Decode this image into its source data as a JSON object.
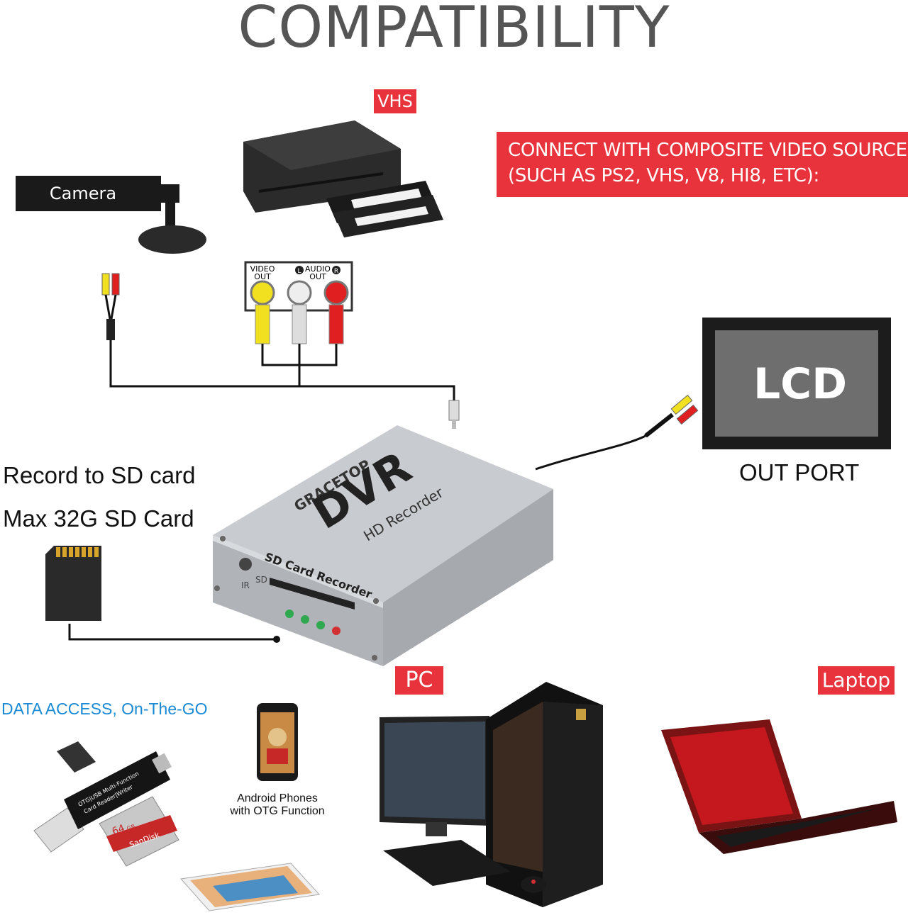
{
  "title": "COMPATIBILITY",
  "tags": {
    "vhs": "VHS",
    "pc": "PC",
    "laptop": "Laptop"
  },
  "banner": {
    "line1": "CONNECT WITH COMPOSITE VIDEO SOURCE",
    "line2": "(SUCH AS PS2, VHS, V8, HI8, ETC):"
  },
  "camera_label": "Camera",
  "jack_panel": {
    "video": "VIDEO OUT",
    "video_l1": "VIDEO",
    "video_l2": "OUT",
    "audio_l1": "AUDIO",
    "audio_l2": "OUT",
    "left": "L",
    "right": "R"
  },
  "lcd_label": "LCD",
  "out_port": "OUT PORT",
  "record_label": "Record to SD card",
  "max_label": "Max 32G SD Card",
  "dvr": {
    "brand": "GRACETOP",
    "model": "DVR",
    "subtitle": "HD Recorder",
    "front_label": "SD Card Recorder",
    "sd": "SD",
    "ir": "IR"
  },
  "data_access": "DATA ACCESS, On-The-GO",
  "android": {
    "line1": "Android Phones",
    "line2": "with OTG Function"
  },
  "card_reader": {
    "label1": "OTG|USB Multi-Function",
    "label2": "Card Reader|Writer",
    "card_size": "64",
    "card_unit": "GB",
    "card_brand": "SanDisk"
  },
  "colors": {
    "accent_red": "#e8333c",
    "data_blue": "#1a8ad4",
    "title_gray": "#555555"
  }
}
